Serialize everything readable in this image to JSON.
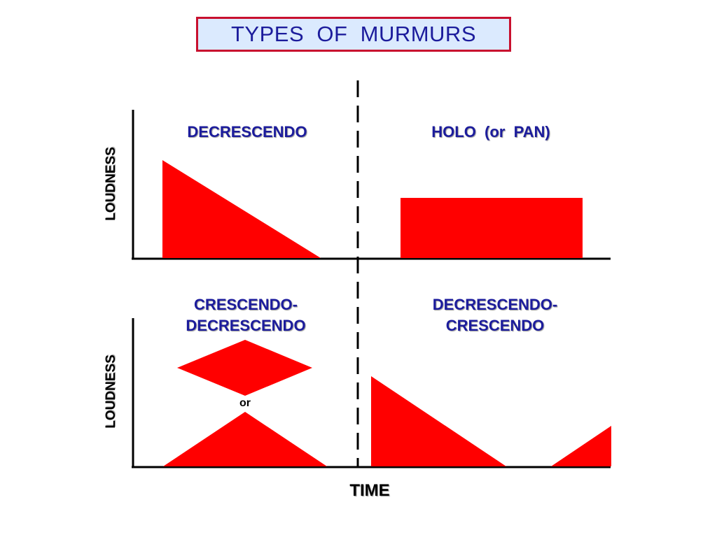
{
  "title": "TYPES  OF  MURMURS",
  "axes": {
    "y_label_top": "LOUDNESS",
    "y_label_bottom": "LOUDNESS",
    "x_label": "TIME"
  },
  "panels": {
    "decrescendo": "DECRESCENDO",
    "holo": "HOLO  (or  PAN)",
    "crescendo_decrescendo": "CRESCENDO-\nDECRESCENDO",
    "decrescendo_crescendo": "DECRESCENDO-\nCRESCENDO"
  },
  "or_text": "or",
  "colors": {
    "shape_fill": "#ff0000",
    "label_text": "#1c1c9c",
    "title_border": "#c8102e",
    "title_bg": "#dbeafe"
  }
}
